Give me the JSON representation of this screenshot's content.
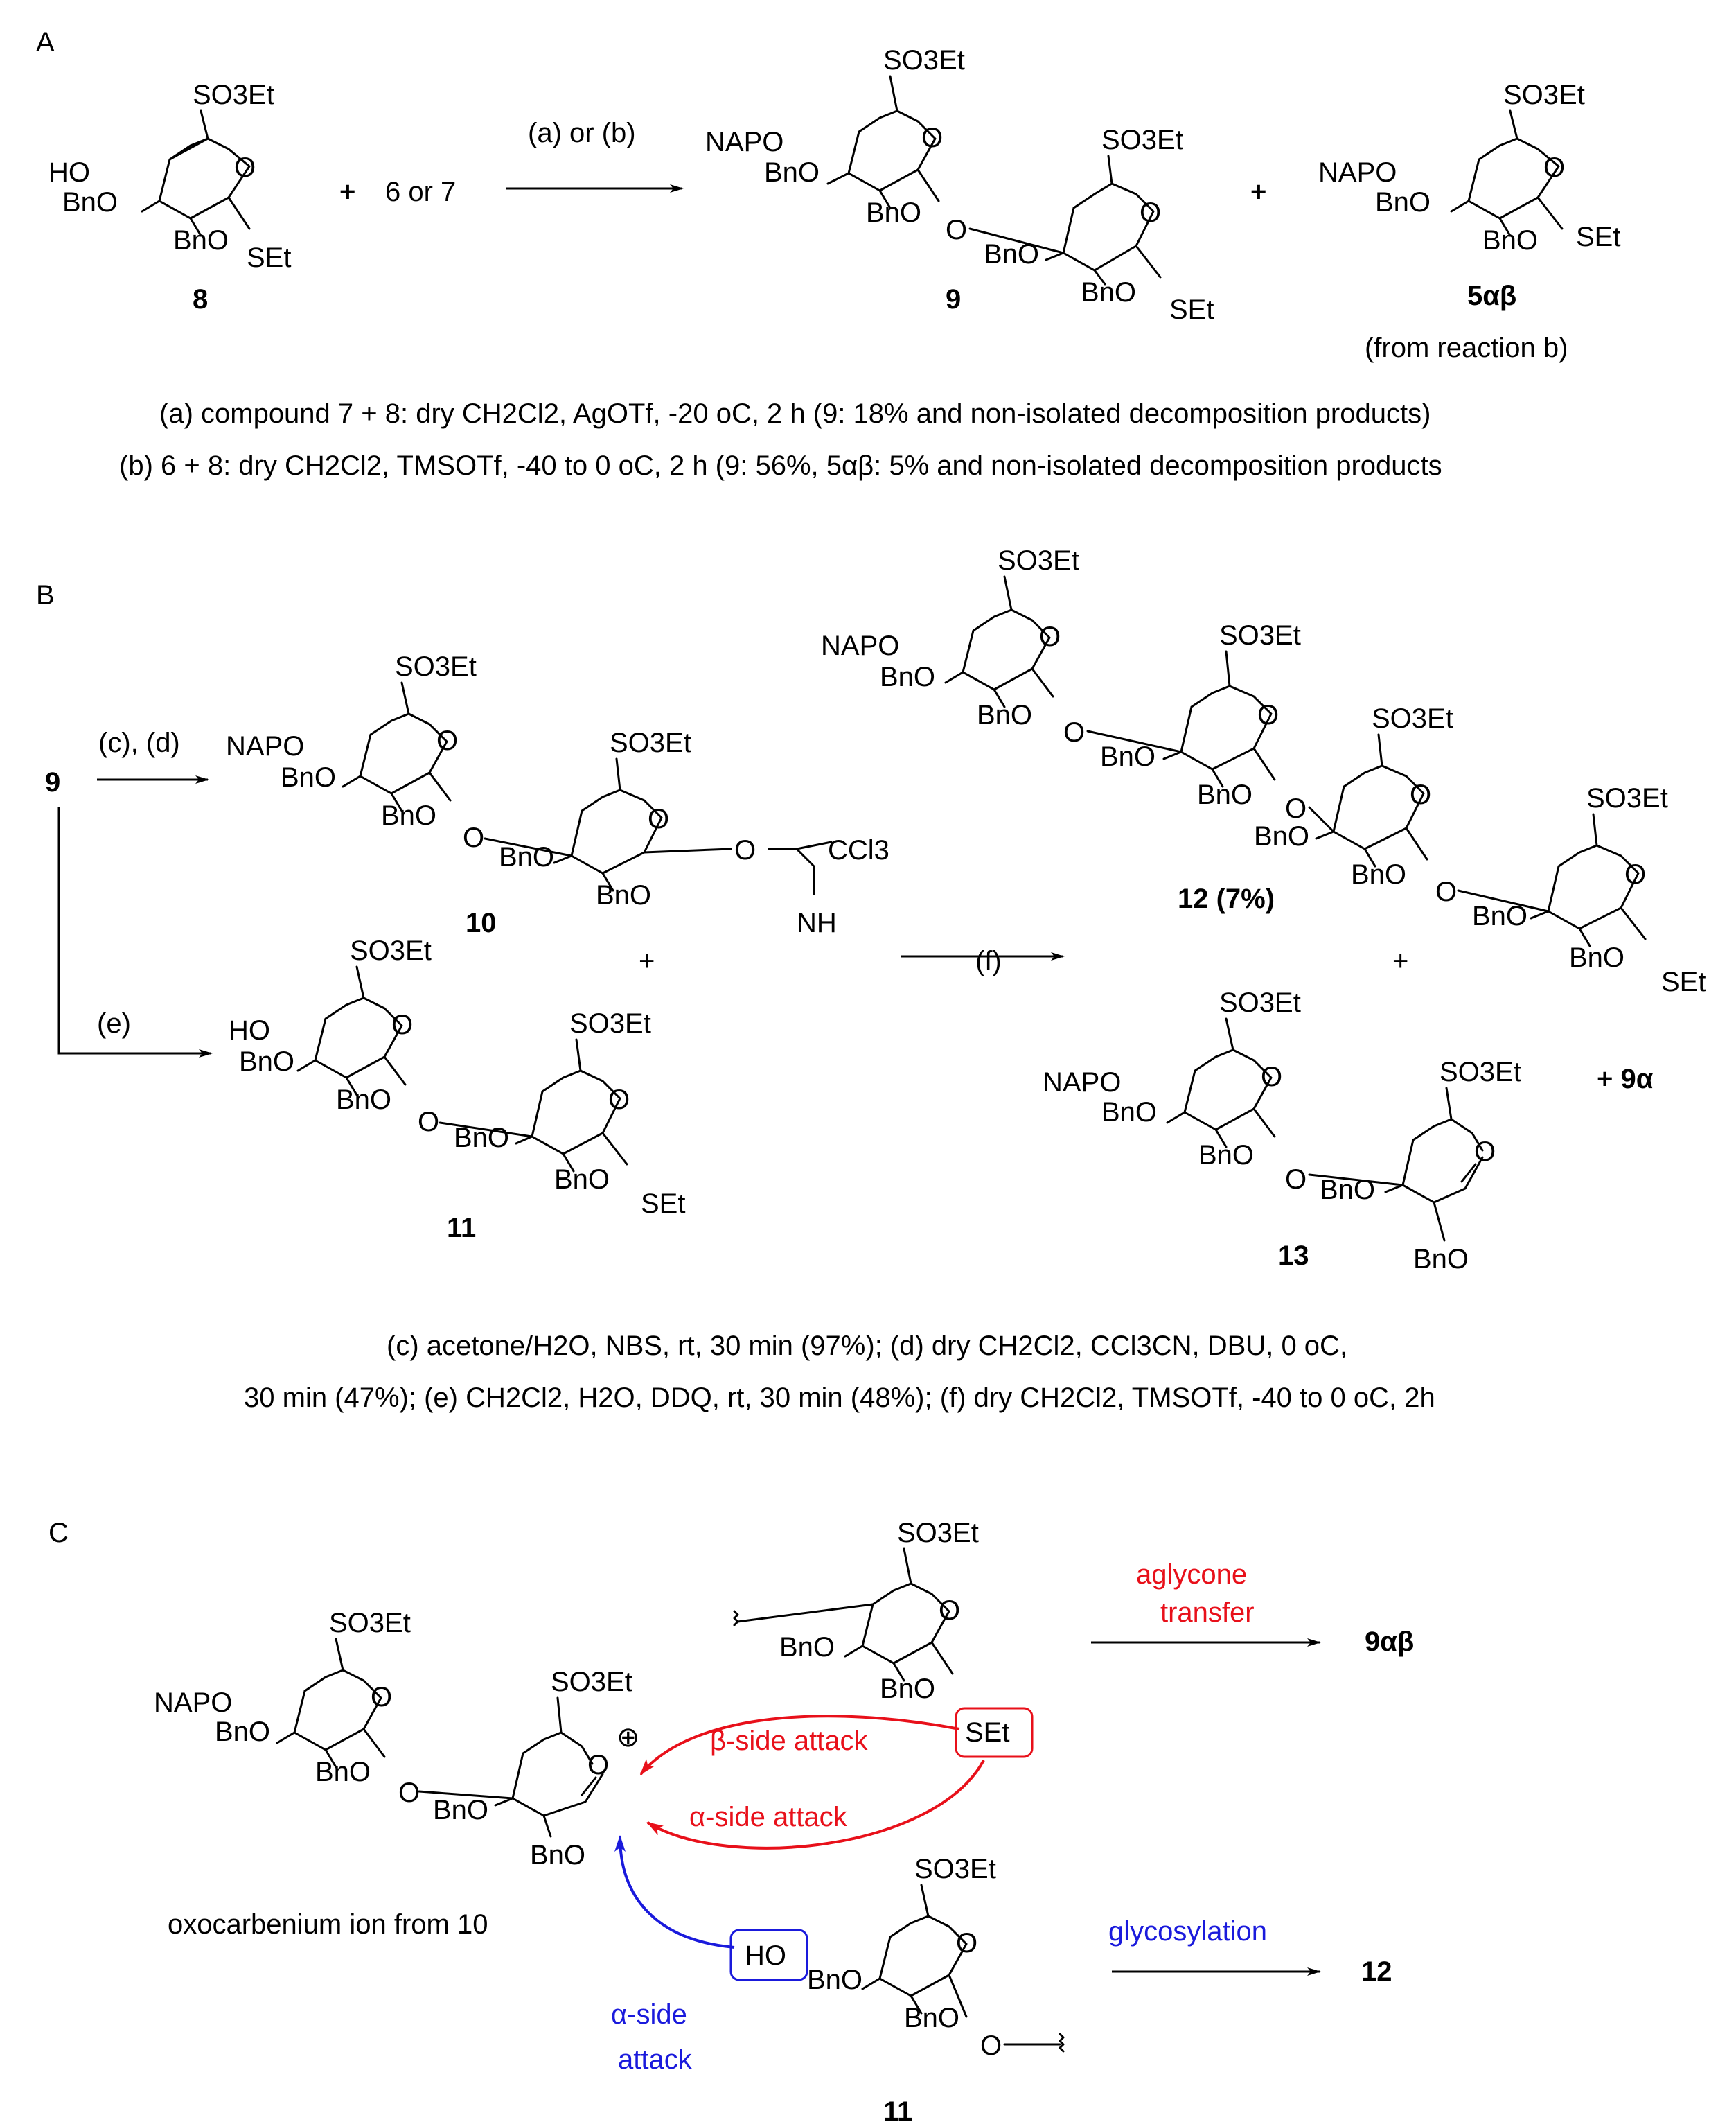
{
  "panels": {
    "A": "A",
    "B": "B",
    "C": "C"
  },
  "groups": {
    "so3et": "SO3Et",
    "ho": "HO",
    "bno": "BnO",
    "napo": "NAPO",
    "set": "SEt",
    "o": "O",
    "cclthree": "CCl3",
    "nh": "NH",
    "plus": "+",
    "oplus": "⊕"
  },
  "panel_a": {
    "reagent": "6 or 7",
    "arrow_label": "(a) or (b)",
    "cmpd_8": "8",
    "cmpd_9": "9",
    "cmpd_5ab": "5αβ",
    "cmpd_5ab_note": "(from reaction b)",
    "cond_a": "(a) compound 7 + 8: dry CH2Cl2, AgOTf, -20 oC, 2 h (9: 18% and non-isolated decomposition products)",
    "cond_b": "(b) 6 + 8: dry CH2Cl2, TMSOTf, -40 to 0 oC, 2 h (9: 56%, 5αβ: 5% and non-isolated decomposition products"
  },
  "panel_b": {
    "start": "9",
    "arrow_cd": "(c), (d)",
    "arrow_e": "(e)",
    "arrow_f": "(f)",
    "cmpd_10": "10",
    "cmpd_11": "11",
    "cmpd_12": "12 (7%)",
    "cmpd_13": "13",
    "extra": "+ 9α",
    "cond_1": "(c) acetone/H2O, NBS, rt, 30 min (97%); (d) dry CH2Cl2, CCl3CN, DBU, 0 oC,",
    "cond_2": "30 min (47%); (e) CH2Cl2, H2O, DDQ, rt, 30 min (48%); (f) dry CH2Cl2, TMSOTf, -40 to 0 oC, 2h"
  },
  "panel_c": {
    "ion_label": "oxocarbenium ion from 10",
    "beta_attack": "β-side attack",
    "alpha_attack": "α-side attack",
    "alpha_attack_blue_1": "α-side",
    "alpha_attack_blue_2": "attack",
    "aglycone_1": "aglycone",
    "aglycone_2": "transfer",
    "glycosylation": "glycosylation",
    "product_9ab": "9αβ",
    "product_12": "12",
    "donor_11": "11"
  },
  "colors": {
    "red": "#e8101a",
    "blue": "#1a1adc",
    "black": "#000000"
  }
}
